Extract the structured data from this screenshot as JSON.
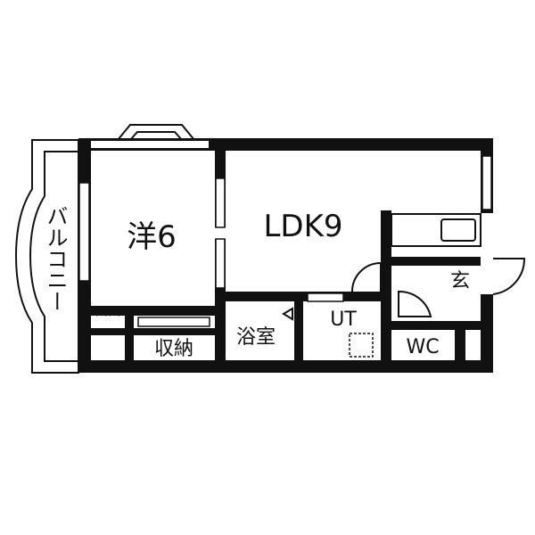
{
  "floorplan": {
    "rooms": {
      "western_room": "洋6",
      "ldk": "LDK9",
      "balcony": "バルコニー",
      "storage": "収納",
      "bathroom": "浴室",
      "utility": "UT",
      "toilet": "WC",
      "entrance": "玄"
    },
    "colors": {
      "wall": "#111111",
      "background": "#ffffff"
    }
  }
}
